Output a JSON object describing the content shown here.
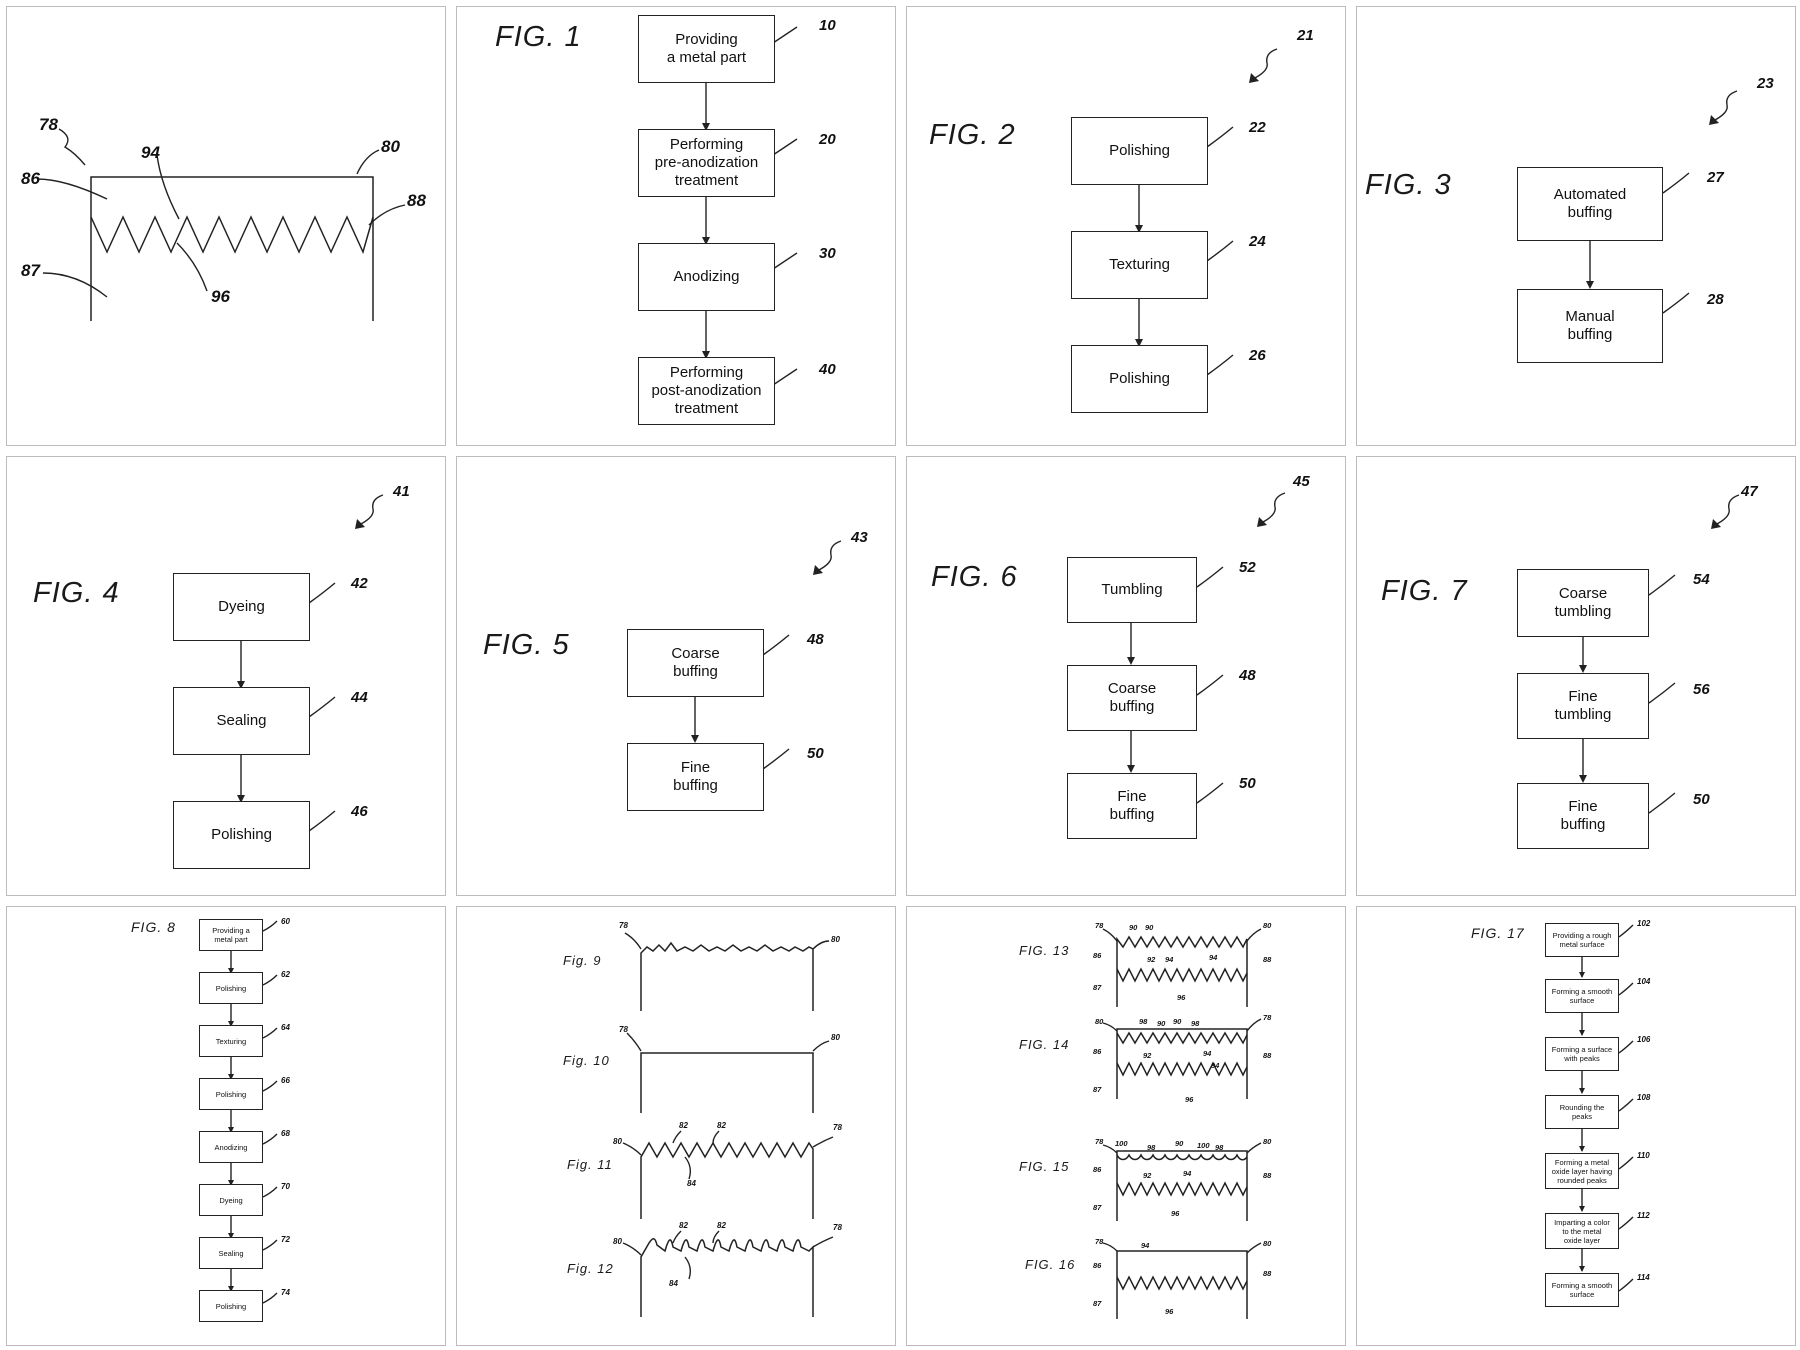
{
  "panels": {
    "p1": {
      "refs": [
        "78",
        "80",
        "86",
        "88",
        "87",
        "94",
        "96"
      ]
    },
    "p2": {
      "title": "FIG. 1",
      "boxes": [
        "Providing\na metal part",
        "Performing\npre-anodization\ntreatment",
        "Anodizing",
        "Performing\npost-anodization\ntreatment"
      ],
      "refs": [
        "10",
        "20",
        "30",
        "40"
      ]
    },
    "p3": {
      "title": "FIG. 2",
      "tag": "21",
      "boxes": [
        "Polishing",
        "Texturing",
        "Polishing"
      ],
      "refs": [
        "22",
        "24",
        "26"
      ]
    },
    "p4": {
      "title": "FIG. 3",
      "tag": "23",
      "boxes": [
        "Automated\nbuffing",
        "Manual\nbuffing"
      ],
      "refs": [
        "27",
        "28"
      ]
    },
    "p5": {
      "title": "FIG. 4",
      "tag": "41",
      "boxes": [
        "Dyeing",
        "Sealing",
        "Polishing"
      ],
      "refs": [
        "42",
        "44",
        "46"
      ]
    },
    "p6": {
      "title": "FIG. 5",
      "tag": "43",
      "boxes": [
        "Coarse\nbuffing",
        "Fine\nbuffing"
      ],
      "refs": [
        "48",
        "50"
      ]
    },
    "p7": {
      "title": "FIG. 6",
      "tag": "45",
      "boxes": [
        "Tumbling",
        "Coarse\nbuffing",
        "Fine\nbuffing"
      ],
      "refs": [
        "52",
        "48",
        "50"
      ]
    },
    "p8": {
      "title": "FIG. 7",
      "tag": "47",
      "boxes": [
        "Coarse\ntumbling",
        "Fine\ntumbling",
        "Fine\nbuffing"
      ],
      "refs": [
        "54",
        "56",
        "50"
      ]
    },
    "p9": {
      "title": "FIG. 8",
      "boxes": [
        "Providing a\nmetal part",
        "Polishing",
        "Texturing",
        "Polishing",
        "Anodizing",
        "Dyeing",
        "Sealing",
        "Polishing"
      ],
      "refs": [
        "60",
        "62",
        "64",
        "66",
        "68",
        "70",
        "72",
        "74"
      ]
    },
    "p10": {
      "fig9": {
        "title": "Fig. 9",
        "refs": [
          "78",
          "80"
        ]
      },
      "fig10": {
        "title": "Fig. 10",
        "refs": [
          "78",
          "80"
        ]
      },
      "fig11": {
        "title": "Fig. 11",
        "refs": [
          "80",
          "82",
          "82",
          "78",
          "84"
        ]
      },
      "fig12": {
        "title": "Fig. 12",
        "refs": [
          "80",
          "82",
          "82",
          "78",
          "84"
        ]
      }
    },
    "p11": {
      "fig13": {
        "title": "FIG. 13",
        "refs": [
          "78",
          "90",
          "90",
          "80",
          "86",
          "92",
          "94",
          "88",
          "87",
          "94",
          "96"
        ]
      },
      "fig14": {
        "title": "FIG. 14",
        "refs": [
          "80",
          "98",
          "90",
          "90",
          "98",
          "78",
          "86",
          "92",
          "94",
          "88",
          "87",
          "94",
          "96"
        ]
      },
      "fig15": {
        "title": "FIG. 15",
        "refs": [
          "78",
          "100",
          "98",
          "90",
          "100",
          "80",
          "86",
          "92",
          "98",
          "94",
          "88",
          "87",
          "96"
        ]
      },
      "fig16": {
        "title": "FIG. 16",
        "refs": [
          "78",
          "94",
          "80",
          "86",
          "88",
          "87",
          "96"
        ]
      }
    },
    "p12": {
      "title": "FIG. 17",
      "boxes": [
        "Providing a rough\nmetal surface",
        "Forming a smooth\nsurface",
        "Forming a surface\nwith peaks",
        "Rounding the\npeaks",
        "Forming a metal\noxide layer having\nrounded peaks",
        "Imparting a color\nto the metal\noxide layer",
        "Forming a smooth\nsurface"
      ],
      "refs": [
        "102",
        "104",
        "106",
        "108",
        "110",
        "112",
        "114"
      ]
    }
  }
}
